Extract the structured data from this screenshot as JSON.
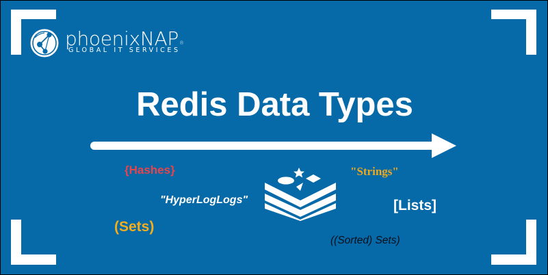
{
  "brand": {
    "name": "phoenixNAP",
    "registered_mark": "®",
    "tagline": "GLOBAL IT SERVICES",
    "logo_icon": "globe-network-icon"
  },
  "title": "Redis Data Types",
  "arrow_icon": "right-arrow-icon",
  "data_types": {
    "hashes": "{Hashes}",
    "hyperloglogs": "\"HyperLogLogs\"",
    "sets": "(Sets)",
    "strings": "\"Strings\"",
    "lists": "[Lists]",
    "sorted_sets": "((Sorted) Sets)"
  },
  "center_icon": "redis-stack-logo-icon",
  "colors": {
    "background": "#066aa8",
    "hashes": "#e9434b",
    "sets": "#f4ad1d",
    "strings": "#f0a81c",
    "white": "#ffffff",
    "sorted_sets": "#0a0f1a"
  }
}
